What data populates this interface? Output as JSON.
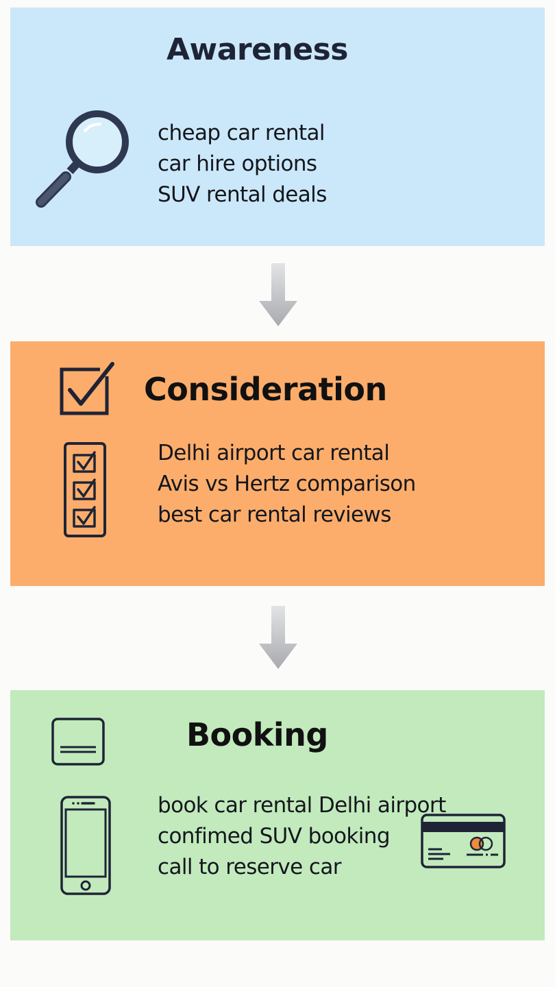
{
  "colors": {
    "page_background": "#fbfbf9",
    "awareness_panel": "#cbe8fa",
    "consideration_panel": "#fdad6b",
    "booking_panel": "#c2eabd",
    "icon_stroke": "#1e2436",
    "arrow": "#b5b6ba",
    "card_accent": "#f08a3c"
  },
  "stages": [
    {
      "title": "Awareness",
      "icons": [
        "magnifying-glass-icon"
      ],
      "keywords": [
        "cheap car rental",
        "car hire options",
        "SUV rental deals"
      ]
    },
    {
      "title": "Consideration",
      "icons": [
        "checkbox-checked-icon",
        "checklist-icon"
      ],
      "keywords": [
        "Delhi airport car rental",
        "Avis vs Hertz comparison",
        "best car rental reviews"
      ]
    },
    {
      "title": "Booking",
      "icons": [
        "window-card-icon",
        "smartphone-icon",
        "credit-card-icon"
      ],
      "keywords": [
        "book car rental Delhi airport",
        "confimed SUV booking",
        "call to reserve car"
      ]
    }
  ],
  "connectors": [
    "arrow-down-icon",
    "arrow-down-icon"
  ]
}
